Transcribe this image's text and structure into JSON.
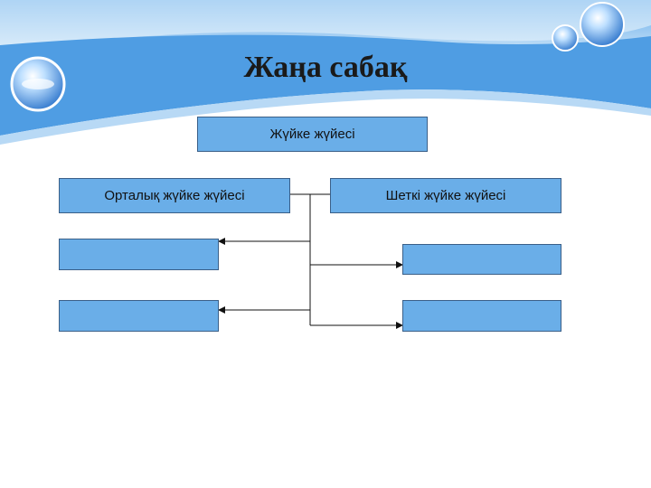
{
  "slide": {
    "title": "Жаңа сабақ",
    "colors": {
      "box_fill": "#6aaee8",
      "box_border": "#3a5f88",
      "banner": "#4f9de3"
    }
  },
  "diagram": {
    "root": "Жүйке жүйесі",
    "branches": [
      {
        "label": "Орталық жүйке жүйесі",
        "children": [
          "",
          ""
        ]
      },
      {
        "label": "Шеткі жүйке жүйесі",
        "children": [
          "",
          ""
        ]
      }
    ]
  }
}
